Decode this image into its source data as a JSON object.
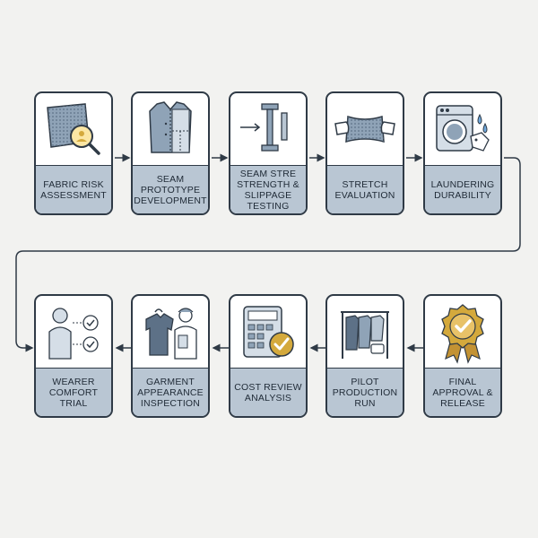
{
  "steps": [
    {
      "label": "FABRIC RISK ASSESSMENT",
      "icon": "fabric-magnifier-icon"
    },
    {
      "label": "SEAM PROTOTYPE DEVELOPMENT",
      "icon": "vest-prototype-icon"
    },
    {
      "label": "SEAM STRE STRENGTH & SLIPPAGE TESTING",
      "icon": "tensile-clamp-icon"
    },
    {
      "label": "STRETCH EVALUATION",
      "icon": "hands-stretch-icon"
    },
    {
      "label": "LAUNDERING DURABILITY",
      "icon": "washing-machine-icon"
    },
    {
      "label": "FINAL APPROVAL & RELEASE",
      "icon": "award-ribbon-icon"
    },
    {
      "label": "PILOT PRODUCTION RUN",
      "icon": "garment-rack-icon"
    },
    {
      "label": "COST REVIEW ANALYSIS",
      "icon": "calculator-check-icon"
    },
    {
      "label": "GARMENT APPEARANCE INSPECTION",
      "icon": "inspector-shirt-icon"
    },
    {
      "label": "WEARER COMFORT TRIAL",
      "icon": "wearer-checklist-icon"
    }
  ],
  "colors": {
    "background": "#f2f2f0",
    "card_border": "#2f3a46",
    "label_band": "#b9c6d3",
    "icon_accent": "#8fa3b7",
    "gold": "#d4a93c"
  }
}
